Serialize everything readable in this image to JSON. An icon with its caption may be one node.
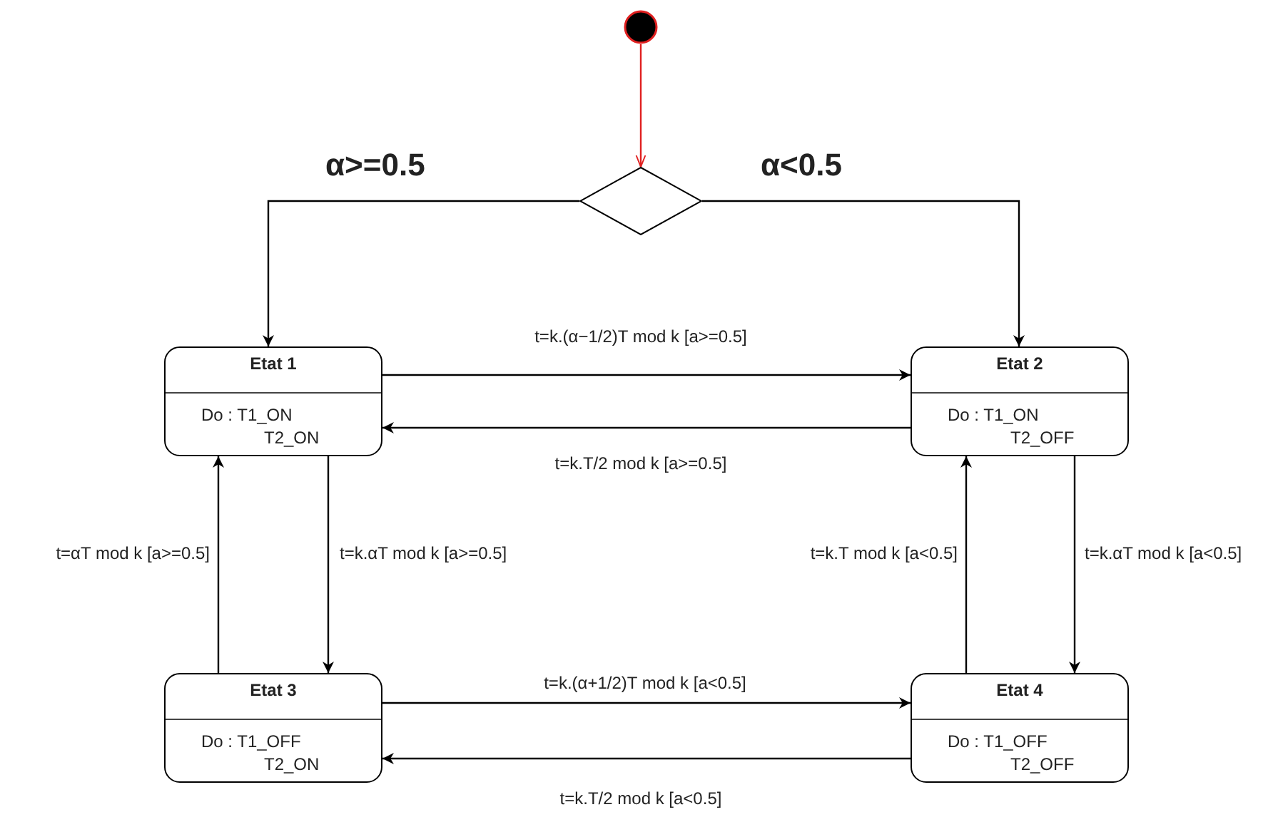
{
  "diagram": {
    "nodes": [
      {
        "text": [],
        "shape": "circle"
      },
      {
        "text": [],
        "shape": "diamond"
      },
      {
        "text": [
          "Etat 1",
          "Do : T1_ON",
          "T2_ON"
        ]
      },
      {
        "text": [
          "Etat 2",
          "Do : T1_ON",
          "T2_OFF"
        ]
      },
      {
        "text": [
          "Etat 3",
          "Do : T1_OFF",
          "T2_ON"
        ]
      },
      {
        "text": [
          "Etat 4",
          "Do : T1_OFF",
          "T2_OFF"
        ]
      }
    ],
    "edges": [
      {
        "from": 0,
        "to": 1,
        "arrow": "to",
        "color": "#e02020"
      },
      {
        "from": 1,
        "to": 2,
        "arrow": "to",
        "label": "α>=0.5"
      },
      {
        "from": 1,
        "to": 3,
        "arrow": "to",
        "label": "α<0.5"
      },
      {
        "from": 2,
        "to": 3,
        "arrow": "to",
        "label": "t=k.(α−1/2)T mod k [a>=0.5]"
      },
      {
        "from": 3,
        "to": 2,
        "arrow": "to",
        "label": "t=k.T/2 mod k [a>=0.5]"
      },
      {
        "from": 2,
        "to": 4,
        "arrow": "to",
        "label": "t=k.αT mod k [a>=0.5]"
      },
      {
        "from": 4,
        "to": 2,
        "arrow": "to",
        "label": "t=αT mod k [a>=0.5]"
      },
      {
        "from": 3,
        "to": 5,
        "arrow": "to",
        "label": "t=k.αT mod k [a<0.5]"
      },
      {
        "from": 5,
        "to": 3,
        "arrow": "to",
        "label": "t=k.T mod k [a<0.5]"
      },
      {
        "from": 4,
        "to": 5,
        "arrow": "to",
        "label": "t=k.(α+1/2)T mod k [a<0.5]"
      },
      {
        "from": 5,
        "to": 4,
        "arrow": "to",
        "label": "t=k.T/2 mod k [a<0.5]"
      }
    ]
  }
}
